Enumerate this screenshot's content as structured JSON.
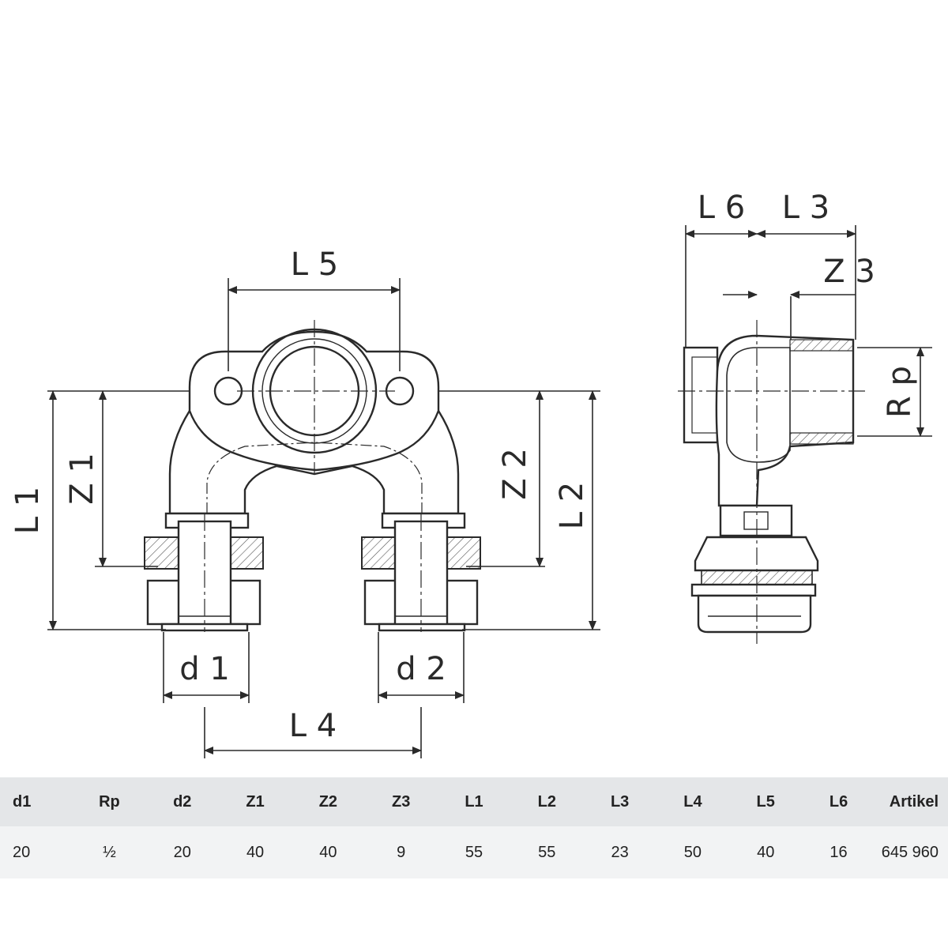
{
  "labels": {
    "l5": "L 5",
    "l6": "L 6",
    "l3": "L 3",
    "z3": "Z 3",
    "rp": "R p",
    "l1": "L 1",
    "z1": "Z 1",
    "z2": "Z 2",
    "l2": "L 2",
    "d1": "d 1",
    "d2": "d 2",
    "l4": "L 4"
  },
  "table": {
    "headers": [
      "d1",
      "Rp",
      "d2",
      "Z1",
      "Z2",
      "Z3",
      "L1",
      "L2",
      "L3",
      "L4",
      "L5",
      "L6",
      "Artikel"
    ],
    "values": [
      "20",
      "½",
      "20",
      "40",
      "40",
      "9",
      "55",
      "55",
      "23",
      "50",
      "40",
      "16",
      "645 960"
    ]
  }
}
